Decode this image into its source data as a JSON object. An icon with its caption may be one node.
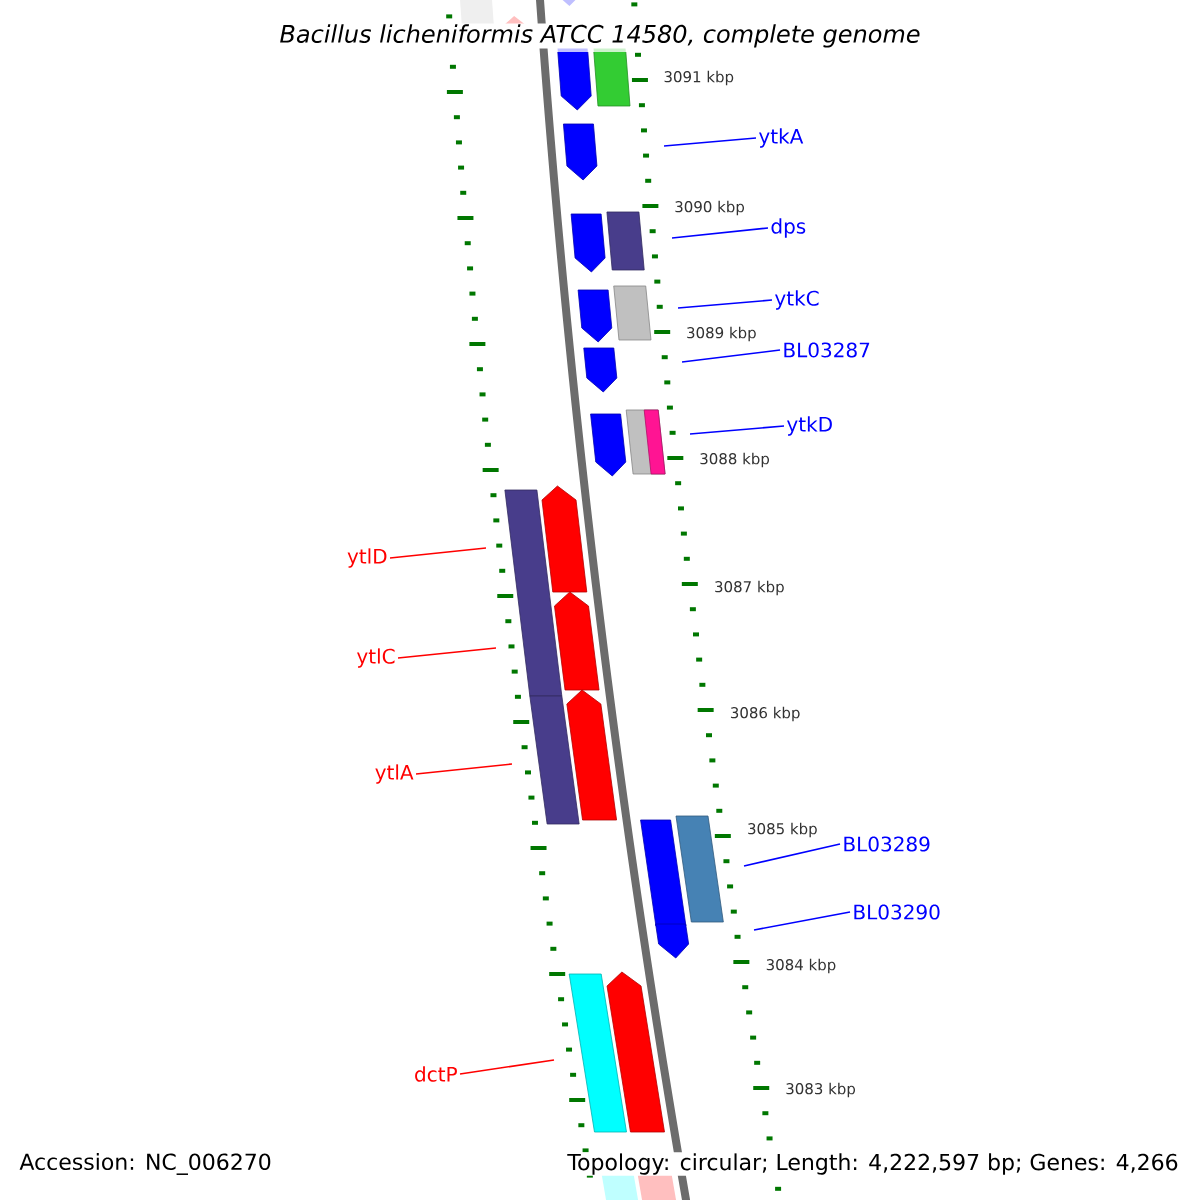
{
  "diagram": {
    "title": "Bacillus licheniformis ATCC 14580, complete genome",
    "nodes": [
      {
        "text": [
          "ytkA"
        ]
      },
      {
        "text": [
          "dps"
        ]
      },
      {
        "text": [
          "ytkC"
        ]
      },
      {
        "text": [
          "BL03287"
        ]
      },
      {
        "text": [
          "ytkD"
        ]
      },
      {
        "text": [
          "ytlD"
        ]
      },
      {
        "text": [
          "ytlC"
        ]
      },
      {
        "text": [
          "ytlA"
        ]
      },
      {
        "text": [
          "BL03289"
        ]
      },
      {
        "text": [
          "BL03290"
        ]
      },
      {
        "text": [
          "dctP"
        ]
      }
    ],
    "edges": [
      {
        "from": 0,
        "to": null,
        "arrow": "none"
      },
      {
        "from": 1,
        "to": null,
        "arrow": "none"
      },
      {
        "from": 2,
        "to": null,
        "arrow": "none"
      },
      {
        "from": 3,
        "to": null,
        "arrow": "none"
      },
      {
        "from": 4,
        "to": null,
        "arrow": "none"
      },
      {
        "from": 5,
        "to": null,
        "arrow": "none",
        "color": "#ff0000"
      },
      {
        "from": 6,
        "to": null,
        "arrow": "none",
        "color": "#ff0000"
      },
      {
        "from": 7,
        "to": null,
        "arrow": "none",
        "color": "#ff0000"
      },
      {
        "from": 8,
        "to": null,
        "arrow": "none"
      },
      {
        "from": 9,
        "to": null,
        "arrow": "none"
      },
      {
        "from": 10,
        "to": null,
        "arrow": "none",
        "color": "#ff0000"
      }
    ],
    "labels": [
      "3091 kbp",
      "3090 kbp",
      "3089 kbp",
      "3088 kbp",
      "3087 kbp",
      "3086 kbp",
      "3085 kbp",
      "3084 kbp",
      "3083 kbp",
      "Accession: NC_006270",
      "Topology: circular; Length: 4,222,597 bp; Genes: 4,266"
    ]
  }
}
